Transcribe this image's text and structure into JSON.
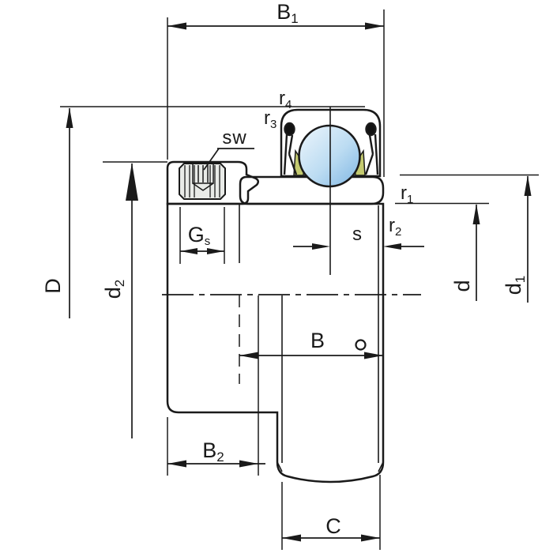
{
  "title": "insert-bearing-dimension-drawing",
  "colors": {
    "background": "#ffffff",
    "outline": "#1a1a1a",
    "ring_blue": "#5c8fd3",
    "collar_gray": "#8a8a8e",
    "part_gray": "#e9ebe8",
    "cage_olive": "#c4ca6f",
    "seal_black": "#121212",
    "ball_light": "#eef6fc",
    "ball_mid": "#bcdcf2",
    "ball_dark": "#7fb6e3"
  },
  "labels": {
    "B1": {
      "main": "B",
      "sub": "1"
    },
    "D": "D",
    "d2": {
      "main": "d",
      "sub": "2"
    },
    "sw": "sw",
    "Gs": {
      "main": "G",
      "sub": "s"
    },
    "s": "s",
    "r1": {
      "main": "r",
      "sub": "1"
    },
    "r2": {
      "main": "r",
      "sub": "2"
    },
    "r3": {
      "main": "r",
      "sub": "3"
    },
    "r4": {
      "main": "r",
      "sub": "4"
    },
    "B": "B",
    "B2": {
      "main": "B",
      "sub": "2"
    },
    "C": "C",
    "d": "d",
    "d1": {
      "main": "d",
      "sub": "1"
    }
  }
}
